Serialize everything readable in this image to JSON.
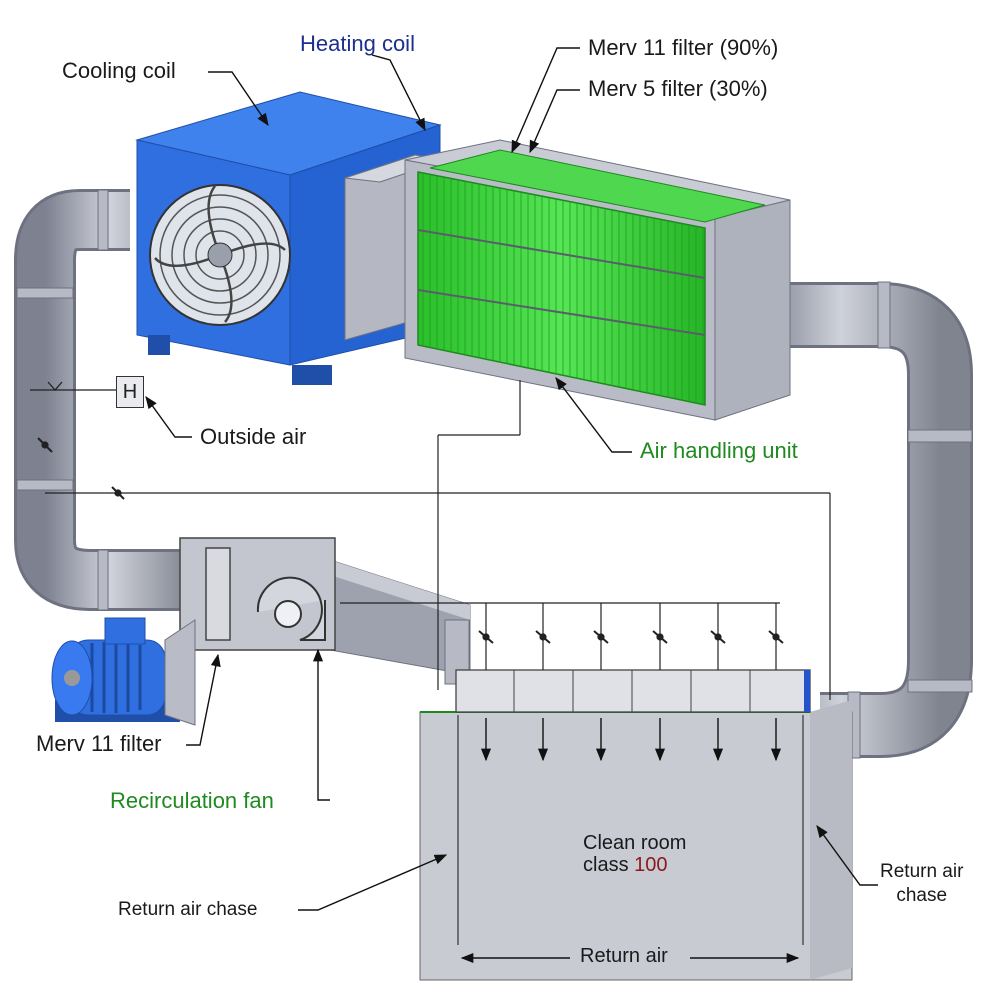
{
  "labels": {
    "cooling_coil": "Cooling coil",
    "heating_coil": "Heating coil",
    "merv11_filter_ahu": "Merv 11 filter (90%)",
    "merv5_filter": "Merv 5 filter (30%)",
    "outside_air": "Outside air",
    "air_handling_unit": "Air handling unit",
    "merv11_filter_fan": "Merv 11 filter",
    "recirculation_fan": "Recirculation fan",
    "return_air_chase_left": "Return air chase",
    "return_air_chase_right_line1": "Return air",
    "return_air_chase_right_line2": "chase",
    "clean_room_line1": "Clean room",
    "clean_room_line2_prefix": "class ",
    "clean_room_class_number": "100",
    "return_air": "Return air",
    "damper_box": "H"
  },
  "colors": {
    "cooling_unit_blue": "#2f6fe0",
    "filter_green": "#2ecc2e",
    "duct_gray": "#a7abb8",
    "room_gray": "#c9cbd3",
    "heating_coil_label": "#1c2f8f",
    "ahu_label": "#1f8a1f",
    "class_number": "#8b1a1a"
  },
  "icons": {
    "fan_grille": "fan-grille-icon",
    "motor": "electric-motor-icon",
    "centrifugal_fan": "centrifugal-fan-icon"
  }
}
